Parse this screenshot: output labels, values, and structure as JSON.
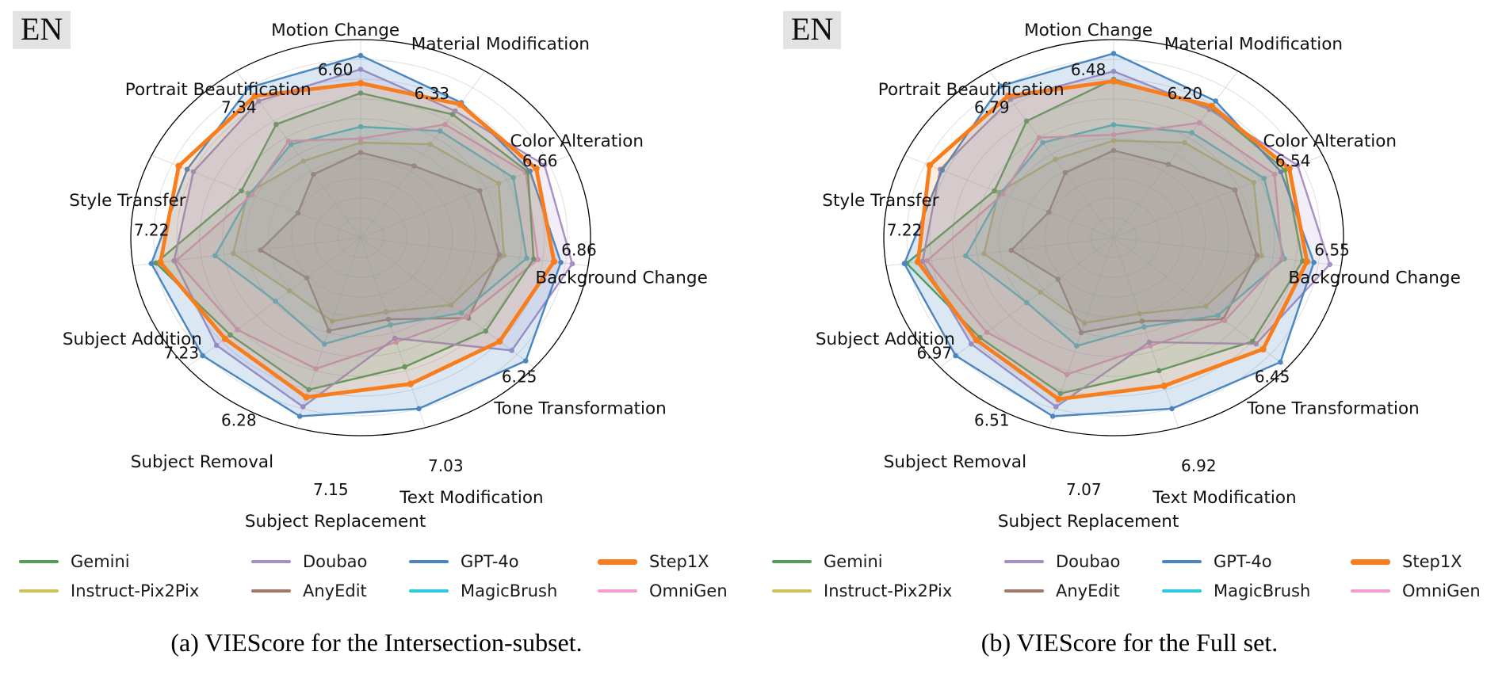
{
  "panels": [
    {
      "badge": "EN",
      "caption": "(a) VIEScore for the Intersection-subset."
    },
    {
      "badge": "EN",
      "caption": "(b) VIEScore for the Full set."
    }
  ],
  "legend_rows": [
    [
      "Gemini",
      "Doubao",
      "GPT-4o",
      "Step1X"
    ],
    [
      "Instruct-Pix2Pix",
      "AnyEdit",
      "MagicBrush",
      "OmniGen"
    ]
  ],
  "colors": {
    "Gemini": "#52a152",
    "Instruct-Pix2Pix": "#cdc25c",
    "Doubao": "#a88fc6",
    "AnyEdit": "#a3766c",
    "GPT-4o": "#4a86c0",
    "MagicBrush": "#2fc9dc",
    "Step1X": "#f87d1d",
    "OmniGen": "#f79cce"
  },
  "chart_data": [
    {
      "type": "radar",
      "title": "(a) VIEScore for the Intersection-subset.",
      "categories": [
        "Motion Change",
        "Material Modification",
        "Color Alteration",
        "Background Change",
        "Tone Transformation",
        "Text Modification",
        "Subject Replacement",
        "Subject Removal",
        "Subject Addition",
        "Style Transfer",
        "Portrait Beautification"
      ],
      "axis_max_labels": [
        "6.60",
        "6.33",
        "6.66",
        "6.86",
        "6.25",
        "7.03",
        "7.15",
        "6.28",
        "7.23",
        "7.22",
        "7.34"
      ],
      "axis_note": "each axis is independently normalized; the printed number is the best model's VIEScore on that axis; series values below are radius fractions (0=center, 1=outer circle) estimated from the plot",
      "legend_position": "bottom",
      "grid": true,
      "series": [
        {
          "name": "Instruct-Pix2Pix",
          "values": [
            0.48,
            0.56,
            0.66,
            0.63,
            0.52,
            0.39,
            0.44,
            0.41,
            0.56,
            0.54,
            0.46
          ]
        },
        {
          "name": "AnyEdit",
          "values": [
            0.43,
            0.43,
            0.57,
            0.61,
            0.62,
            0.43,
            0.49,
            0.31,
            0.44,
            0.3,
            0.38
          ]
        },
        {
          "name": "MagicBrush",
          "values": [
            0.56,
            0.64,
            0.73,
            0.73,
            0.58,
            0.46,
            0.56,
            0.49,
            0.64,
            0.53,
            0.56
          ]
        },
        {
          "name": "OmniGen",
          "values": [
            0.5,
            0.68,
            0.79,
            0.78,
            0.61,
            0.55,
            0.69,
            0.71,
            0.81,
            0.52,
            0.58
          ]
        },
        {
          "name": "Gemini",
          "values": [
            0.73,
            0.74,
            0.8,
            0.76,
            0.72,
            0.68,
            0.8,
            0.75,
            0.9,
            0.57,
            0.68
          ]
        },
        {
          "name": "Doubao",
          "values": [
            0.85,
            0.76,
            0.88,
            0.93,
            0.87,
            0.53,
            0.89,
            0.83,
            0.82,
            0.8,
            0.82
          ]
        },
        {
          "name": "GPT-4o",
          "values": [
            0.92,
            0.81,
            0.81,
            0.88,
            0.95,
            0.9,
            0.94,
            0.91,
            0.92,
            0.83,
            0.9
          ]
        },
        {
          "name": "Step1X",
          "values": [
            0.78,
            0.8,
            0.84,
            0.85,
            0.8,
            0.77,
            0.84,
            0.78,
            0.88,
            0.87,
            0.85
          ]
        }
      ]
    },
    {
      "type": "radar",
      "title": "(b) VIEScore for the Full set.",
      "categories": [
        "Motion Change",
        "Material Modification",
        "Color Alteration",
        "Background Change",
        "Tone Transformation",
        "Text Modification",
        "Subject Replacement",
        "Subject Removal",
        "Subject Addition",
        "Style Transfer",
        "Portrait Beautification"
      ],
      "axis_max_labels": [
        "6.48",
        "6.20",
        "6.54",
        "6.55",
        "6.45",
        "6.92",
        "7.07",
        "6.51",
        "6.97",
        "7.22",
        "6.79"
      ],
      "axis_note": "each axis is independently normalized; the printed number is the best model's VIEScore on that axis; series values below are radius fractions (0=center, 1=outer circle) estimated from the plot",
      "legend_position": "bottom",
      "grid": true,
      "series": [
        {
          "name": "Instruct-Pix2Pix",
          "values": [
            0.49,
            0.57,
            0.67,
            0.65,
            0.53,
            0.4,
            0.45,
            0.42,
            0.57,
            0.55,
            0.47
          ]
        },
        {
          "name": "AnyEdit",
          "values": [
            0.44,
            0.44,
            0.58,
            0.63,
            0.63,
            0.44,
            0.5,
            0.32,
            0.45,
            0.31,
            0.39
          ]
        },
        {
          "name": "MagicBrush",
          "values": [
            0.57,
            0.63,
            0.72,
            0.75,
            0.6,
            0.47,
            0.57,
            0.5,
            0.65,
            0.54,
            0.57
          ]
        },
        {
          "name": "OmniGen",
          "values": [
            0.52,
            0.69,
            0.77,
            0.74,
            0.64,
            0.57,
            0.72,
            0.73,
            0.82,
            0.53,
            0.6
          ]
        },
        {
          "name": "Gemini",
          "values": [
            0.8,
            0.78,
            0.82,
            0.83,
            0.8,
            0.7,
            0.82,
            0.77,
            0.91,
            0.57,
            0.7
          ]
        },
        {
          "name": "Doubao",
          "values": [
            0.84,
            0.77,
            0.88,
            0.95,
            0.82,
            0.55,
            0.89,
            0.82,
            0.84,
            0.83,
            0.83
          ]
        },
        {
          "name": "GPT-4o",
          "values": [
            0.93,
            0.82,
            0.8,
            0.88,
            0.96,
            0.9,
            0.94,
            0.91,
            0.92,
            0.82,
            0.91
          ]
        },
        {
          "name": "Step1X",
          "values": [
            0.79,
            0.79,
            0.84,
            0.85,
            0.86,
            0.78,
            0.85,
            0.79,
            0.86,
            0.88,
            0.85
          ]
        }
      ]
    }
  ]
}
